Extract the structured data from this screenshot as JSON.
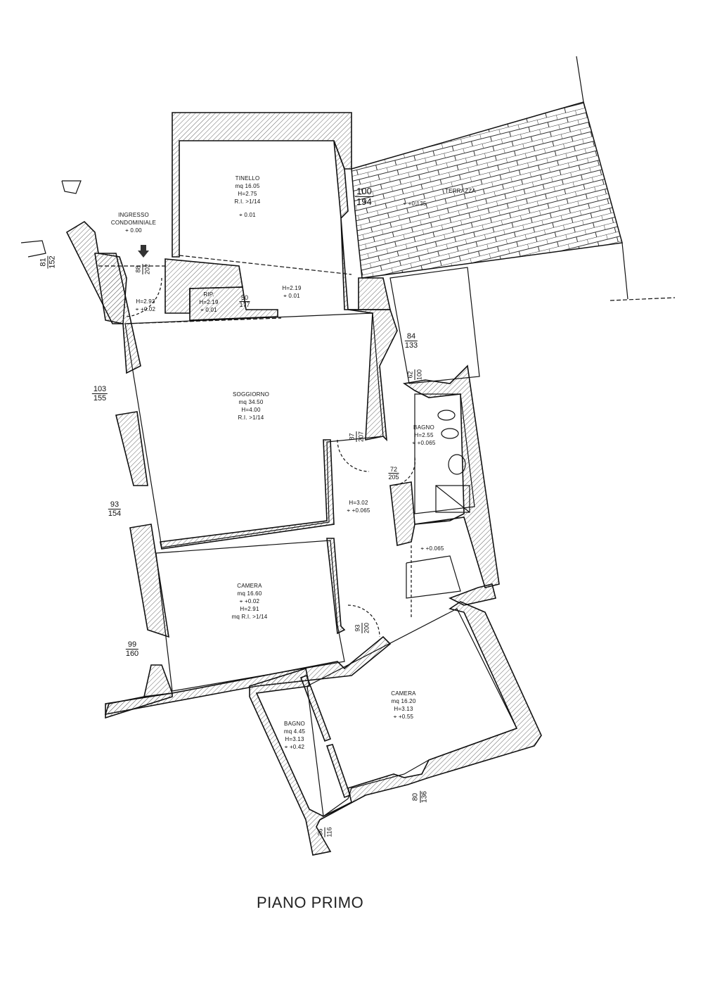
{
  "drawing_title": "PIANO PRIMO",
  "rooms": {
    "ingresso": {
      "name": "INGRESSO",
      "name2": "CONDOMINIALE",
      "level": "0.00"
    },
    "tinello": {
      "name": "TINELLO",
      "area": "mq 16.05",
      "height": "H=2.75",
      "ri": "R.I. >1/14",
      "level": "0.01"
    },
    "terrazza": {
      "name": "TERRAZZA",
      "level": "+0.135"
    },
    "entry_hall": {
      "height": "H=2.93",
      "level": "+0.02"
    },
    "rip": {
      "name": "RIP.",
      "height": "H=2.19",
      "level": "0.01"
    },
    "corridor_top": {
      "height": "H=2.19",
      "level": "0.01"
    },
    "soggiorno": {
      "name": "SOGGIORNO",
      "area": "mq 34.50",
      "height": "H=4.00",
      "ri": "R.I. >1/14"
    },
    "bagno1": {
      "name": "BAGNO",
      "height": "H=2.55",
      "level": "+0.065"
    },
    "hall": {
      "height": "H=3.02",
      "level": "+0.065"
    },
    "stair_landing": {
      "level": "+0.065"
    },
    "camera1": {
      "name": "CAMERA",
      "area": "mq 16.60",
      "level": "+0.02",
      "height": "H=2.91",
      "ri": "mq R.I. >1/14"
    },
    "camera2": {
      "name": "CAMERA",
      "area": "mq 16.20",
      "height": "H=3.13",
      "level": "+0.55"
    },
    "bagno2": {
      "name": "BAGNO",
      "area": "mq 4.45",
      "height": "H=3.13",
      "level": "+0.42"
    }
  },
  "openings": [
    {
      "w": "81",
      "h": "152"
    },
    {
      "w": "88",
      "h": "202"
    },
    {
      "w": "50",
      "h": "177"
    },
    {
      "w": "100",
      "h": "194"
    },
    {
      "w": "84",
      "h": "133"
    },
    {
      "w": "62",
      "h": "100"
    },
    {
      "w": "103",
      "h": "155"
    },
    {
      "w": "87",
      "h": "207"
    },
    {
      "w": "72",
      "h": "205"
    },
    {
      "w": "93",
      "h": "154"
    },
    {
      "w": "99",
      "h": "160"
    },
    {
      "w": "93",
      "h": "200"
    },
    {
      "w": "80",
      "h": "136"
    },
    {
      "w": "36",
      "h": "116"
    }
  ],
  "colors": {
    "line": "#111111",
    "hatch": "#555555",
    "paper": "#ffffff"
  }
}
